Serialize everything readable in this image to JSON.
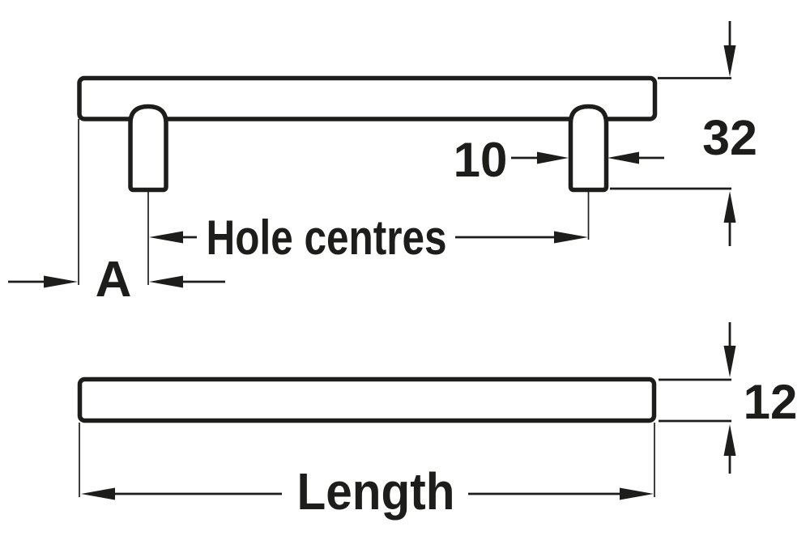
{
  "diagram": {
    "background_color": "#ffffff",
    "line_color": "#1d1d1b",
    "labels": {
      "overall_height": "32",
      "post_width": "10",
      "hole_centres": "Hole centres",
      "edge_distance": "A",
      "bar_thickness": "12",
      "length": "Length"
    }
  }
}
